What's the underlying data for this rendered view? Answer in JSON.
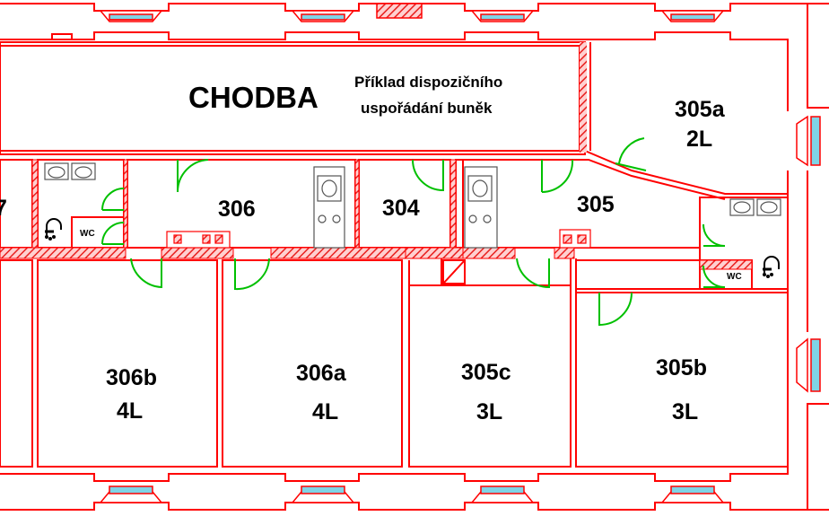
{
  "plan": {
    "corridor_label": "CHODBA",
    "caption_line1": "Příklad dispozičního",
    "caption_line2": "uspořádání buněk",
    "wc_label": "WC",
    "rooms": {
      "r307_partial": "7",
      "r306": "306",
      "r304": "304",
      "r305": "305",
      "r305a": "305a",
      "r305b": "305b",
      "r305c": "305c",
      "r306a": "306a",
      "r306b": "306b"
    },
    "capacity": {
      "r305a": "2L",
      "r305b": "3L",
      "r305c": "3L",
      "r306a": "4L",
      "r306b": "4L"
    },
    "colors": {
      "wall": "#ff0000",
      "hatch": "#e8201e",
      "door": "#00c000",
      "window_glass": "#7fd4e6",
      "fixture": "#555555",
      "text": "#000000"
    }
  }
}
